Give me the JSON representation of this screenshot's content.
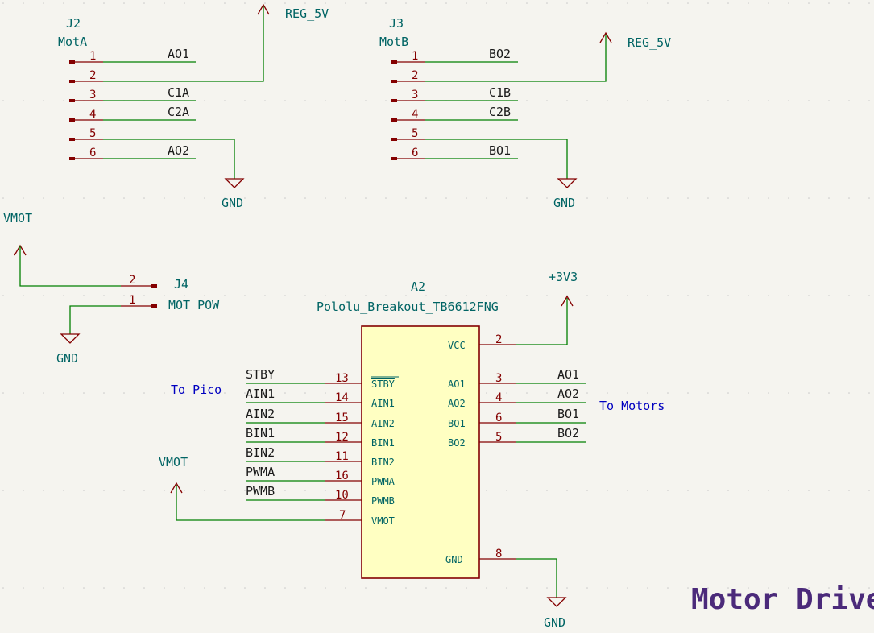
{
  "colors": {
    "background": "#f5f4ef",
    "wire": "#007f00",
    "pin": "#840000",
    "power_label": "#006464",
    "annotation": "#0000c0",
    "title": "#4b2a7a",
    "ic_fill": "#ffffc2"
  },
  "sheet_title": "Motor Driver",
  "j2": {
    "ref": "J2",
    "value": "MotA",
    "pins": [
      "1",
      "2",
      "3",
      "4",
      "5",
      "6"
    ],
    "nets": [
      "AO1",
      "",
      "C1A",
      "C2A",
      "",
      "AO2"
    ],
    "power_top": "REG_5V",
    "power_bottom": "GND"
  },
  "j3": {
    "ref": "J3",
    "value": "MotB",
    "pins": [
      "1",
      "2",
      "3",
      "4",
      "5",
      "6"
    ],
    "nets": [
      "BO2",
      "",
      "C1B",
      "C2B",
      "",
      "BO1"
    ],
    "power_top": "REG_5V",
    "power_bottom": "GND"
  },
  "j4": {
    "ref": "J4",
    "value": "MOT_POW",
    "pins": [
      "2",
      "1"
    ],
    "power_top": "VMOT",
    "power_bottom": "GND"
  },
  "a2": {
    "ref": "A2",
    "value": "Pololu_Breakout_TB6612FNG",
    "left_pins": [
      {
        "name": "STBY",
        "num": "13",
        "net": "STBY"
      },
      {
        "name": "AIN1",
        "num": "14",
        "net": "AIN1"
      },
      {
        "name": "AIN2",
        "num": "15",
        "net": "AIN2"
      },
      {
        "name": "BIN1",
        "num": "12",
        "net": "BIN1"
      },
      {
        "name": "BIN2",
        "num": "11",
        "net": "BIN2"
      },
      {
        "name": "PWMA",
        "num": "16",
        "net": "PWMA"
      },
      {
        "name": "PWMB",
        "num": "10",
        "net": "PWMB"
      },
      {
        "name": "VMOT",
        "num": "7",
        "net": ""
      }
    ],
    "right_pins": [
      {
        "name": "VCC",
        "num": "2",
        "net": ""
      },
      {
        "name": "AO1",
        "num": "3",
        "net": "AO1"
      },
      {
        "name": "AO2",
        "num": "4",
        "net": "AO2"
      },
      {
        "name": "BO1",
        "num": "6",
        "net": "BO1"
      },
      {
        "name": "BO2",
        "num": "5",
        "net": "BO2"
      }
    ],
    "gnd_pin": {
      "name": "GND",
      "num": "8"
    },
    "power_vcc": "+3V3",
    "power_vmot": "VMOT",
    "power_gnd": "GND"
  },
  "notes": {
    "to_pico": "To Pico",
    "to_motors": "To Motors"
  }
}
